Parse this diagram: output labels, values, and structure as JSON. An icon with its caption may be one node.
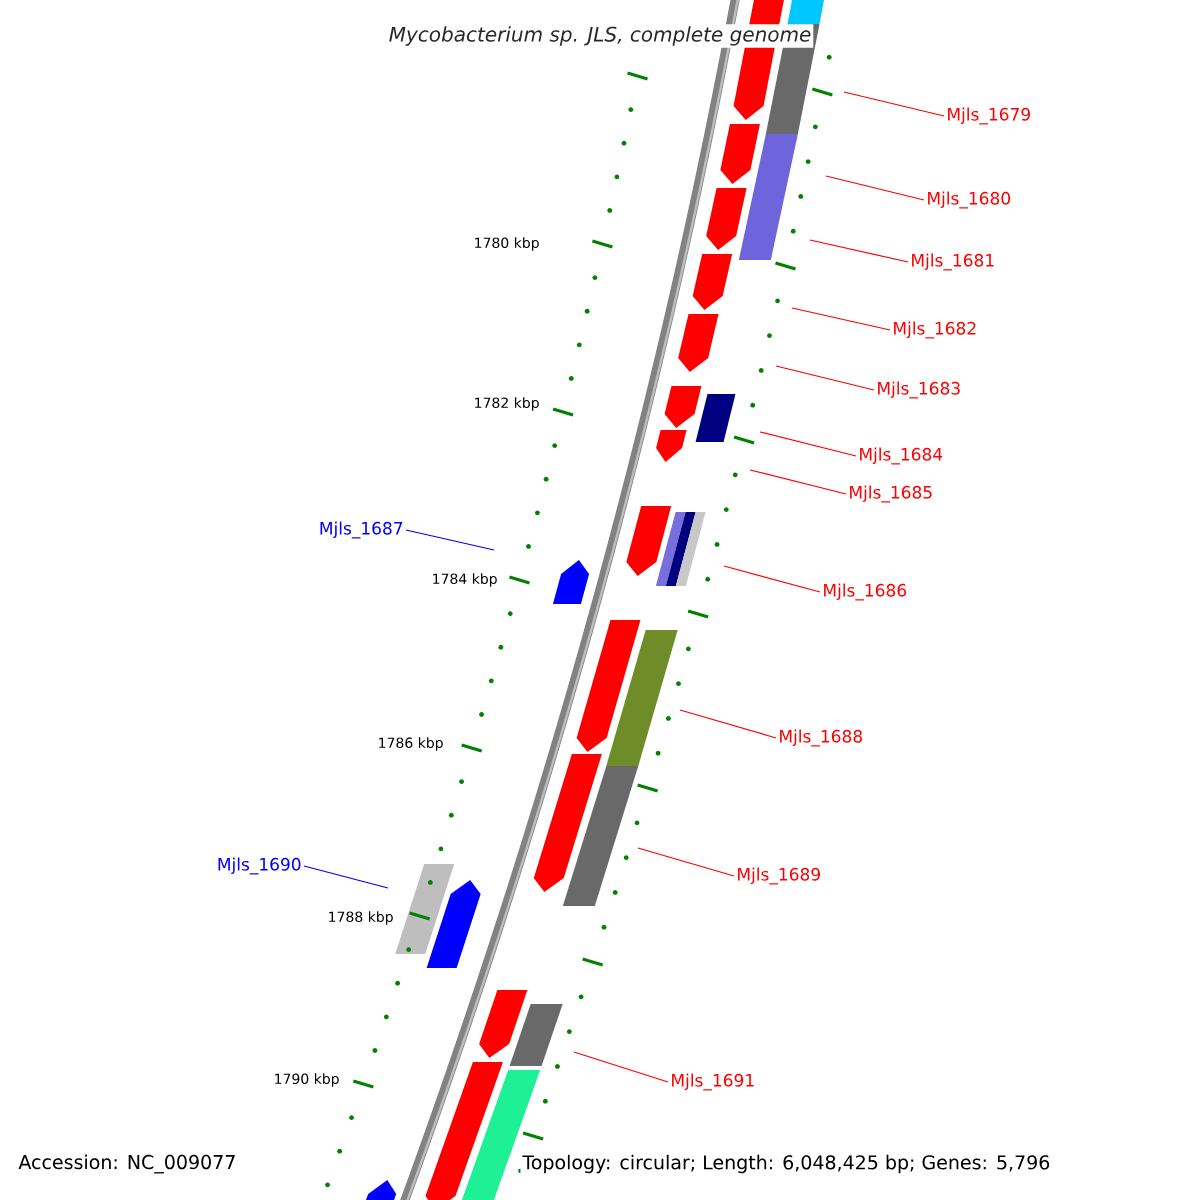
{
  "diagram": {
    "title": "Mycobacterium sp. JLS, complete genome",
    "nodes": [
      {
        "text": [
          "Mjls_1679"
        ]
      },
      {
        "text": [
          "Mjls_1680"
        ]
      },
      {
        "text": [
          "Mjls_1681"
        ]
      },
      {
        "text": [
          "Mjls_1682"
        ]
      },
      {
        "text": [
          "Mjls_1683"
        ]
      },
      {
        "text": [
          "Mjls_1684"
        ]
      },
      {
        "text": [
          "Mjls_1685"
        ]
      },
      {
        "text": [
          "Mjls_1687"
        ]
      },
      {
        "text": [
          "Mjls_1686"
        ]
      },
      {
        "text": [
          "Mjls_1688"
        ]
      },
      {
        "text": [
          "Mjls_1690"
        ]
      },
      {
        "text": [
          "Mjls_1689"
        ]
      },
      {
        "text": [
          "Mjls_1691"
        ]
      }
    ],
    "edges": [
      {
        "from": 0,
        "to": null,
        "arrow": "none"
      },
      {
        "from": 1,
        "to": null,
        "arrow": "none"
      },
      {
        "from": 2,
        "to": null,
        "arrow": "none"
      },
      {
        "from": 3,
        "to": null,
        "arrow": "none"
      },
      {
        "from": 4,
        "to": null,
        "arrow": "none"
      },
      {
        "from": 5,
        "to": null,
        "arrow": "none"
      },
      {
        "from": 6,
        "to": null,
        "arrow": "none"
      },
      {
        "from": 7,
        "to": null,
        "arrow": "none",
        "color": "#0000ff"
      },
      {
        "from": 8,
        "to": null,
        "arrow": "none"
      },
      {
        "from": 9,
        "to": null,
        "arrow": "none"
      },
      {
        "from": 10,
        "to": null,
        "arrow": "none",
        "color": "#0000ff"
      },
      {
        "from": 11,
        "to": null,
        "arrow": "none"
      },
      {
        "from": 12,
        "to": null,
        "arrow": "none"
      }
    ],
    "labels": [
      "1780 kbp",
      "1782 kbp",
      "1784 kbp",
      "1786 kbp",
      "1788 kbp",
      "1790 kbp",
      "Accession: NC_009077",
      "Topology: circular; Length: 6,048,425 bp; Genes: 5,796"
    ]
  }
}
